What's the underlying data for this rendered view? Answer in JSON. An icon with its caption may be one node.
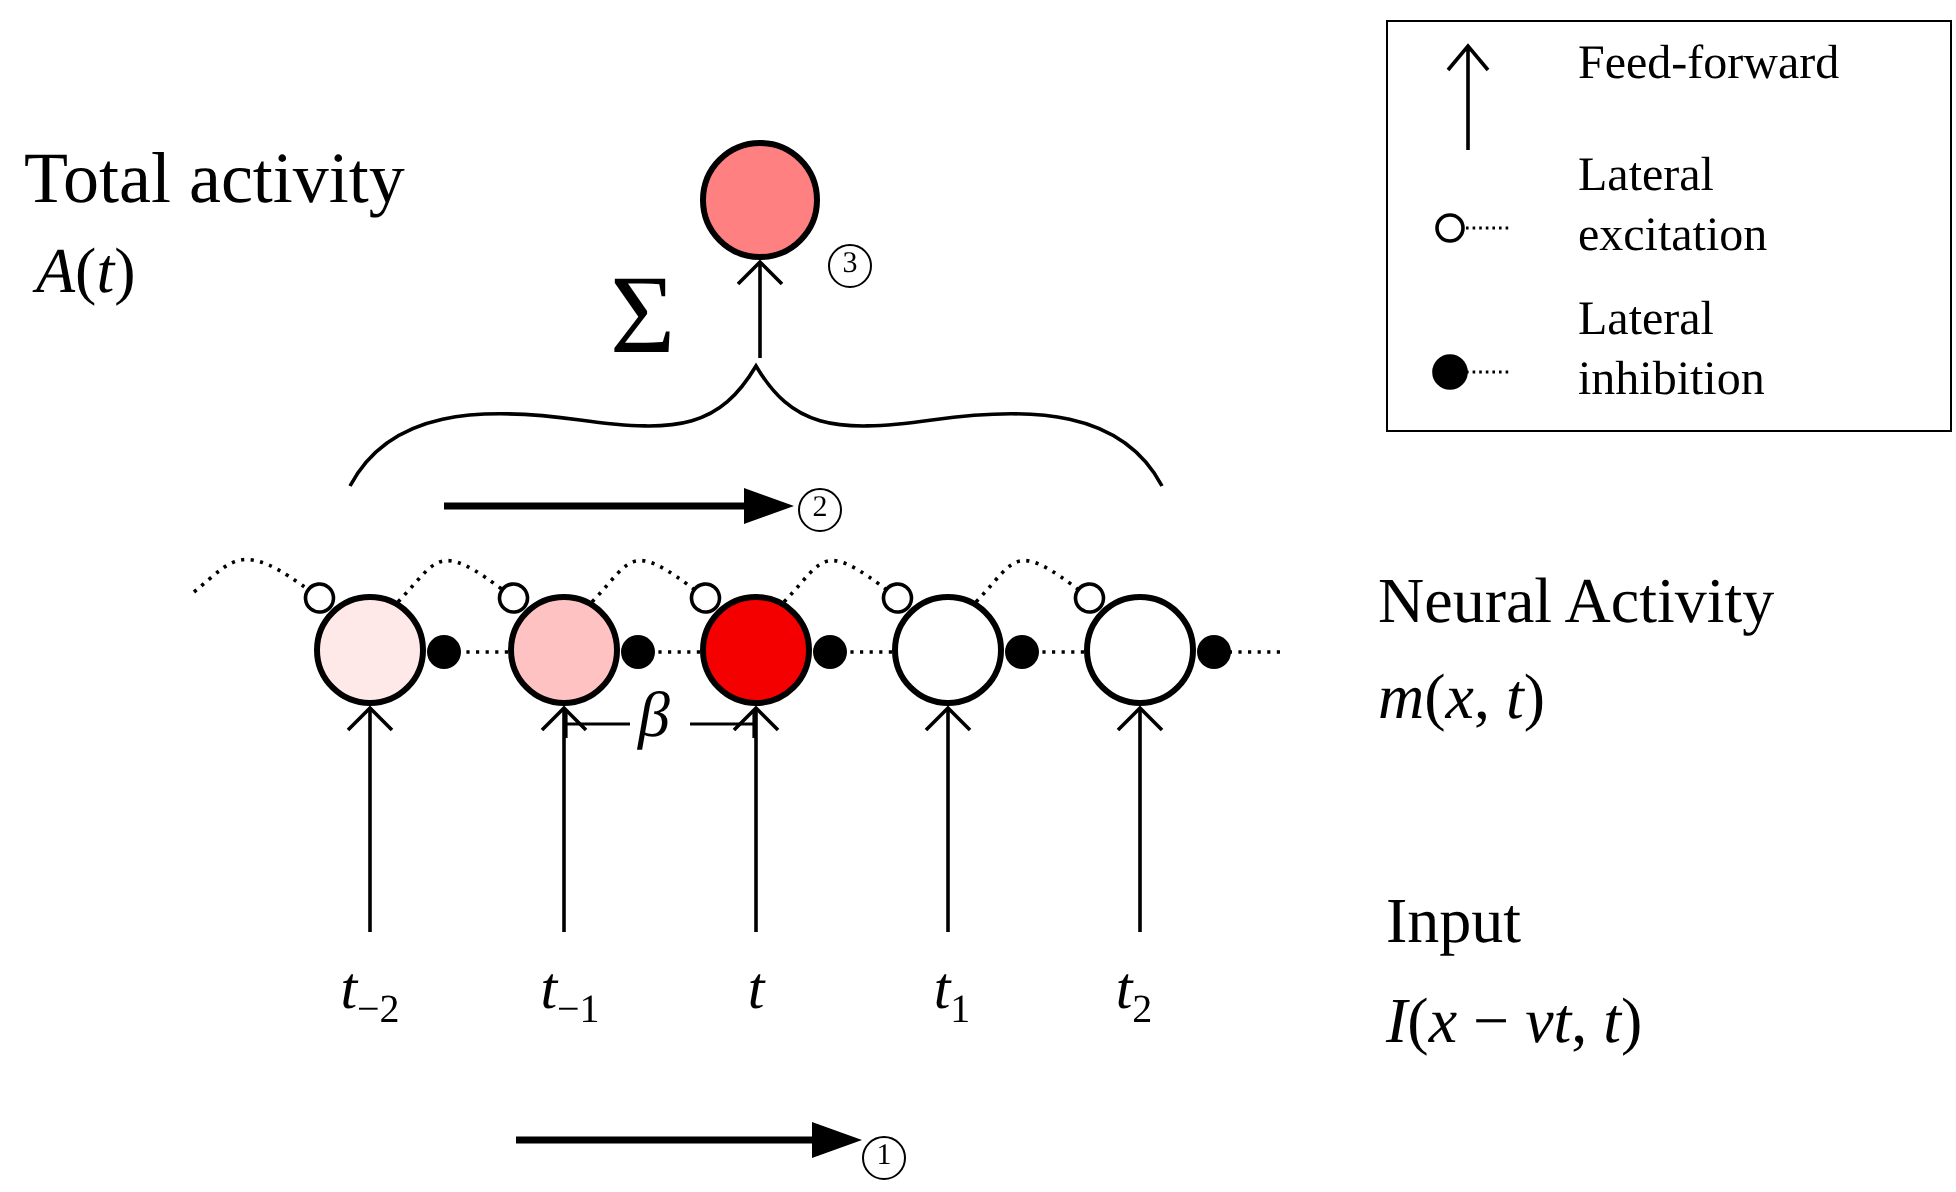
{
  "diagram": {
    "nodes": [
      {
        "text": [],
        "shape": "circle"
      },
      {
        "text": [],
        "shape": "circle"
      },
      {
        "text": [],
        "shape": "circle"
      },
      {
        "text": [],
        "shape": "circle"
      },
      {
        "text": [],
        "shape": "circle"
      },
      {
        "text": [],
        "shape": "circle"
      },
      {
        "text": [
          "t$_{−2}$"
        ]
      },
      {
        "text": [
          "t$_{−1}$"
        ]
      },
      {
        "text": [
          "t"
        ]
      },
      {
        "text": [
          "t$_{1}$"
        ]
      },
      {
        "text": [
          "t$_{2}$"
        ]
      },
      {
        "text": [],
        "shape": "brace"
      }
    ],
    "edges": [
      {
        "from": 11,
        "to": 0,
        "arrow": "to"
      },
      {
        "from": 6,
        "to": 1,
        "arrow": "to"
      },
      {
        "from": 7,
        "to": 2,
        "arrow": "to"
      },
      {
        "from": 8,
        "to": 3,
        "arrow": "to"
      },
      {
        "from": 9,
        "to": 4,
        "arrow": "to"
      },
      {
        "from": 10,
        "to": 5,
        "arrow": "to"
      },
      {
        "from": null,
        "to": 1,
        "arrow": "other",
        "style": "dashed"
      },
      {
        "from": 1,
        "to": 2,
        "arrow": "other",
        "style": "dashed"
      },
      {
        "from": 2,
        "to": 3,
        "arrow": "other",
        "style": "dashed"
      },
      {
        "from": 3,
        "to": 4,
        "arrow": "other",
        "style": "dashed"
      },
      {
        "from": 4,
        "to": 5,
        "arrow": "other",
        "style": "dashed"
      },
      {
        "from": 2,
        "to": 1,
        "arrow": "other",
        "style": "dashed"
      },
      {
        "from": 3,
        "to": 2,
        "arrow": "other",
        "style": "dashed"
      },
      {
        "from": 4,
        "to": 3,
        "arrow": "other",
        "style": "dashed"
      },
      {
        "from": 5,
        "to": 4,
        "arrow": "other",
        "style": "dashed"
      },
      {
        "from": null,
        "to": 5,
        "arrow": "other",
        "style": "dashed"
      }
    ],
    "labels": [
      "Total activity",
      "*A*(*t*)",
      "Σ",
      "3",
      "2",
      "β",
      "1",
      "Neural Activity",
      "*m*(*x*, *t*)",
      "Input",
      "*I*(*x* − *vt*, *t*)"
    ],
    "legend": [
      {
        "text": "Feed-forward"
      },
      {
        "text": "Lateral excitation"
      },
      {
        "text": "Lateral inhibition"
      }
    ]
  }
}
